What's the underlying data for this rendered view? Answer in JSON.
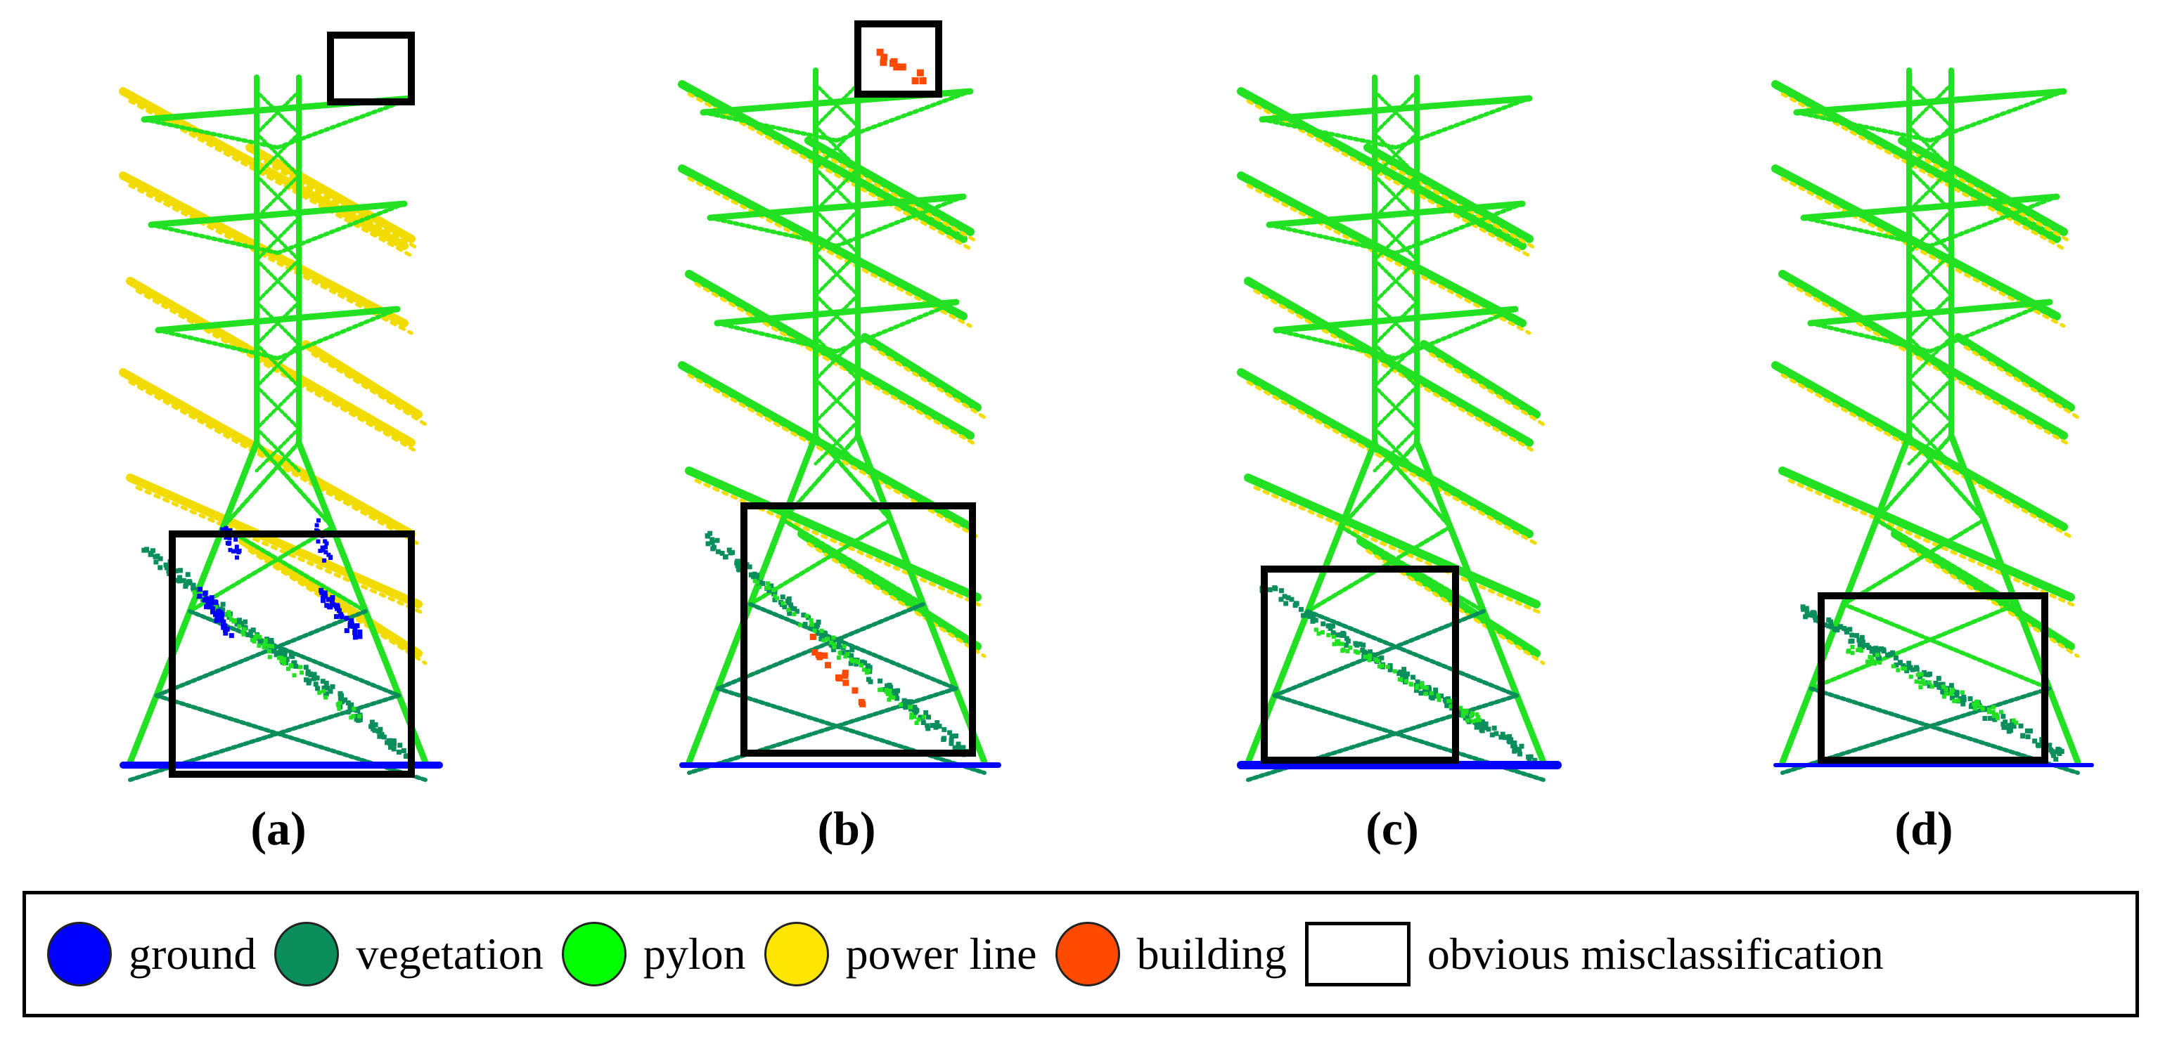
{
  "panels": [
    {
      "id": "a",
      "label": "(a)"
    },
    {
      "id": "b",
      "label": "(b)"
    },
    {
      "id": "c",
      "label": "(c)"
    },
    {
      "id": "d",
      "label": "(d)"
    }
  ],
  "legend": {
    "items": [
      {
        "label": "ground",
        "color": "#0000ff"
      },
      {
        "label": "vegetation",
        "color": "#0a8f5c"
      },
      {
        "label": "pylon",
        "color": "#00ff00"
      },
      {
        "label": "power line",
        "color": "#ffe600"
      },
      {
        "label": "building",
        "color": "#ff4a00"
      }
    ],
    "box_label": "obvious misclassification"
  },
  "colors": {
    "ground": "#0000ff",
    "vegetation": "#0a8f5c",
    "pylon": "#22e022",
    "power_line": "#f2dc00",
    "building": "#ff4a00",
    "box": "#000000"
  }
}
